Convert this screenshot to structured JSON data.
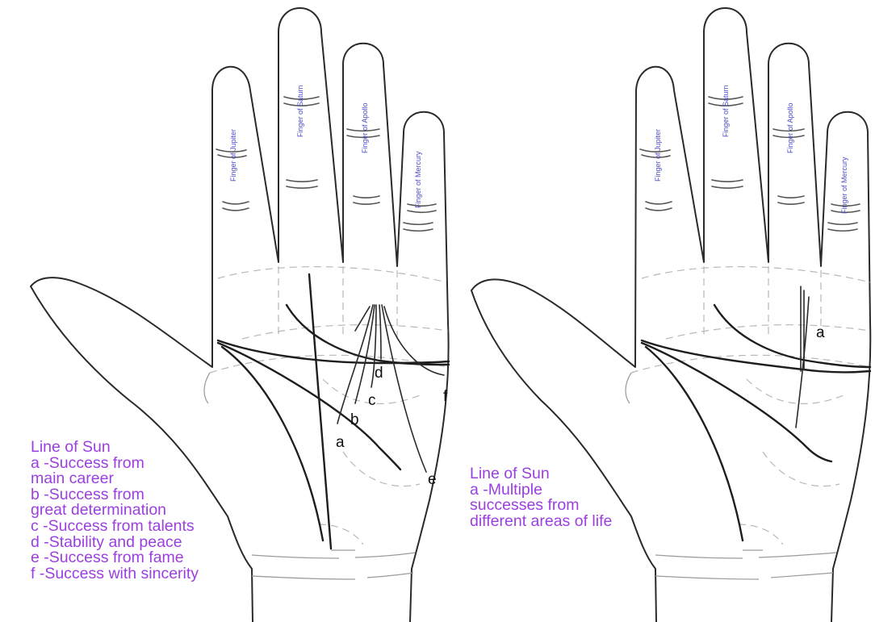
{
  "left": {
    "fingers": {
      "jupiter": "Finger of Jupiter",
      "saturn": "Finger of Saturn",
      "apollo": "Finger of Apollo",
      "mercury": "Finger of Mercury"
    },
    "letters": {
      "a": "a",
      "b": "b",
      "c": "c",
      "d": "d",
      "e": "e",
      "f": "f"
    },
    "legend": {
      "title": "Line of Sun",
      "lines": [
        "a -Success from",
        "main career",
        "b -Success from",
        "great determination",
        "c -Success from talents",
        "d -Stability and peace",
        "e -Success from fame",
        "f -Success with sincerity"
      ]
    }
  },
  "right": {
    "fingers": {
      "jupiter": "Finger of Jupiter",
      "saturn": "Finger of Saturn",
      "apollo": "Finger of Apollo",
      "mercury": "Finger of Mercury"
    },
    "letters": {
      "a": "a"
    },
    "legend": {
      "title": "Line of Sun",
      "lines": [
        "a -Multiple",
        "successes from",
        "different areas of life"
      ]
    }
  },
  "colors": {
    "label": "#4e4ec8",
    "legend": "#9b3fe0",
    "outline": "#2a2a2a"
  }
}
